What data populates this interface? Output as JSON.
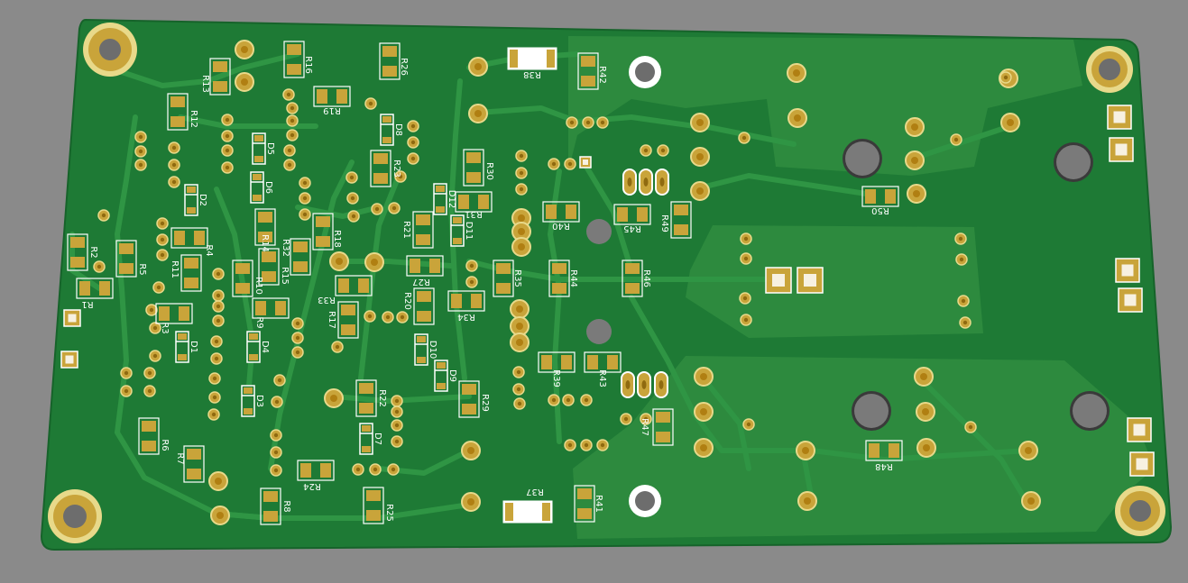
{
  "board": {
    "colors": {
      "background": "#8a8a8a",
      "board_green": "#1e7a35",
      "copper_pour": "#2d8a3e",
      "trace": "#2f9544",
      "pad_gold": "#c9a43a",
      "pad_light": "#e8d98a",
      "silkscreen": "#ffffff",
      "hole": "#7a7a7a"
    }
  },
  "labels": {
    "R1": "R1",
    "R2": "R2",
    "R3": "R3",
    "R4": "R4",
    "R5": "R5",
    "R6": "R6",
    "R7": "R7",
    "R8": "R8",
    "R9": "R9",
    "R10": "R10",
    "R11": "R11",
    "R12": "R12",
    "R13": "R13",
    "R14": "R14",
    "R15": "R15",
    "R16": "R16",
    "R17": "R17",
    "R18": "R18",
    "R19": "R19",
    "R20": "R20",
    "R21": "R21",
    "R22": "R22",
    "R23": "R23",
    "R24": "R24",
    "R25": "R25",
    "R26": "R26",
    "R27": "R27",
    "R29": "R29",
    "R30": "R30",
    "R31": "R31",
    "R32": "R32",
    "R33": "R33",
    "R34": "R34",
    "R35": "R35",
    "R37": "R37",
    "R38": "R38",
    "R39": "R39",
    "R40": "R40",
    "R41": "R41",
    "R42": "R42",
    "R43": "R43",
    "R44": "R44",
    "R45": "R45",
    "R46": "R46",
    "R47": "R47",
    "R48": "R48",
    "R49": "R49",
    "R50": "R50",
    "D1": "D1",
    "D2": "D2",
    "D3": "D3",
    "D4": "D4",
    "D5": "D5",
    "D6": "D6",
    "D7": "D7",
    "D8": "D8",
    "D9": "D9",
    "D10": "D10",
    "D11": "D11",
    "D12": "D12"
  }
}
